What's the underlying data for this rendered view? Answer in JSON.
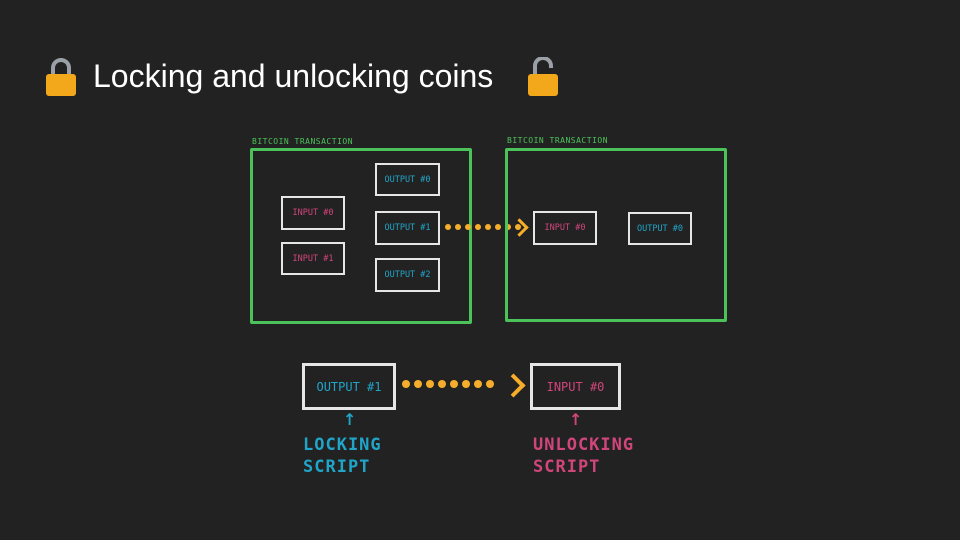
{
  "slide": {
    "title": "Locking and unlocking coins",
    "title_icons": [
      "locked-padlock-icon",
      "unlocked-padlock-icon"
    ]
  },
  "diagram": {
    "transactions": [
      {
        "label": "BITCOIN TRANSACTION",
        "inputs": [
          "INPUT #0",
          "INPUT #1"
        ],
        "outputs": [
          "OUTPUT #0",
          "OUTPUT #1",
          "OUTPUT #2"
        ]
      },
      {
        "label": "BITCOIN TRANSACTION",
        "inputs": [
          "INPUT #0"
        ],
        "outputs": [
          "OUTPUT #0"
        ]
      }
    ],
    "detail": {
      "output": "OUTPUT #1",
      "input": "INPUT #0",
      "locking": [
        "LOCKING",
        "SCRIPT"
      ],
      "unlocking": [
        "UNLOCKING",
        "SCRIPT"
      ]
    }
  },
  "colors": {
    "background": "#222222",
    "transaction": "#4cc35a",
    "input": "#d0457a",
    "output": "#20a5c9",
    "arrow": "#f6ae2a"
  }
}
